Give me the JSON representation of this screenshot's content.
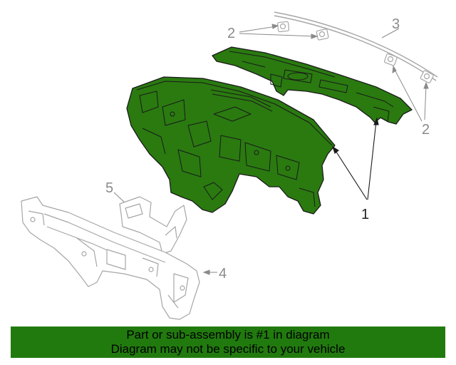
{
  "colors": {
    "highlight": "#2a7a10",
    "banner_bg": "#217a0e",
    "outline_dark": "#1a1a1a",
    "outline_grey": "#a6a6a6"
  },
  "callouts": {
    "c1": "1",
    "c2a": "2",
    "c2b": "2",
    "c3": "3",
    "c4": "4",
    "c5": "5"
  },
  "banner": {
    "line1": "Part or sub-assembly is #1 in diagram",
    "line2": "Diagram may not be specific to your vehicle"
  }
}
